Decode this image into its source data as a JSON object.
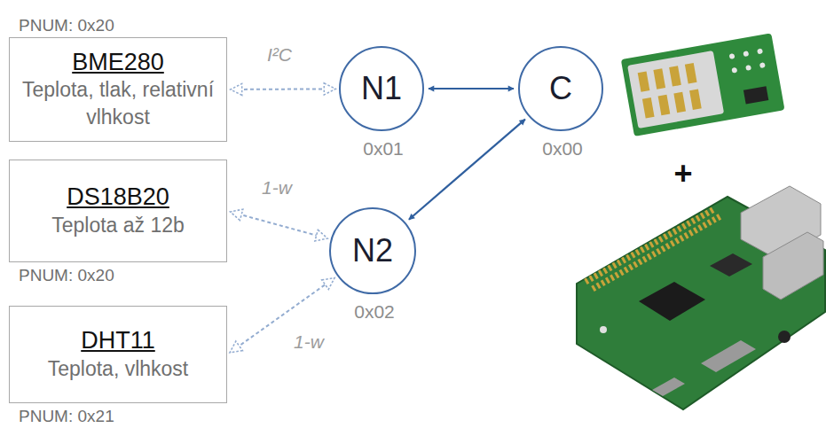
{
  "diagram": {
    "nodes": [
      {
        "text": [
          "PNUM: 0x20",
          "BME280",
          "Teplota, tlak, relativní vlhkost"
        ]
      },
      {
        "text": [
          "N1",
          "0x01"
        ]
      },
      {
        "text": [
          "C",
          "0x00"
        ]
      },
      {
        "text": [
          "DS18B20",
          "Teplota až 12b",
          "PNUM: 0x20"
        ]
      },
      {
        "text": [
          "N2",
          "0x02"
        ]
      },
      {
        "text": [
          "DHT11",
          "Teplota, vlhkost",
          "PNUM: 0x21"
        ]
      }
    ],
    "edges": [
      {
        "from": 0,
        "to": 1,
        "arrow": "both",
        "label": "I²C"
      },
      {
        "from": 1,
        "to": 2,
        "arrow": "both"
      },
      {
        "from": 2,
        "to": 4,
        "arrow": "both"
      },
      {
        "from": 3,
        "to": 4,
        "arrow": "both",
        "label": "1-w"
      },
      {
        "from": 5,
        "to": 4,
        "arrow": "both",
        "label": "1-w"
      }
    ],
    "labels": [
      "+"
    ]
  }
}
